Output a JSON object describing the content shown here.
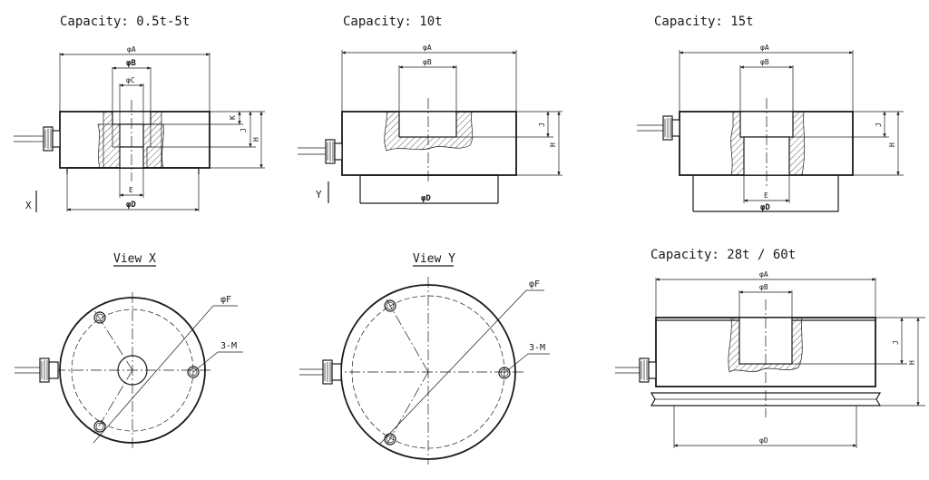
{
  "titles": {
    "t1": "Capacity: 0.5t-5t",
    "t2": "Capacity: 10t",
    "t3": "Capacity: 15t",
    "t4": "Capacity: 28t / 60t",
    "viewx": "View X",
    "viewy": "View Y"
  },
  "labels": {
    "phiA": "φA",
    "phiB": "φB",
    "phiC": "φC",
    "phiD": "φD",
    "phiF": "φF",
    "K": "K",
    "J": "J",
    "H": "H",
    "E": "E",
    "X": "X",
    "Y": "Y",
    "M": "3-M"
  }
}
